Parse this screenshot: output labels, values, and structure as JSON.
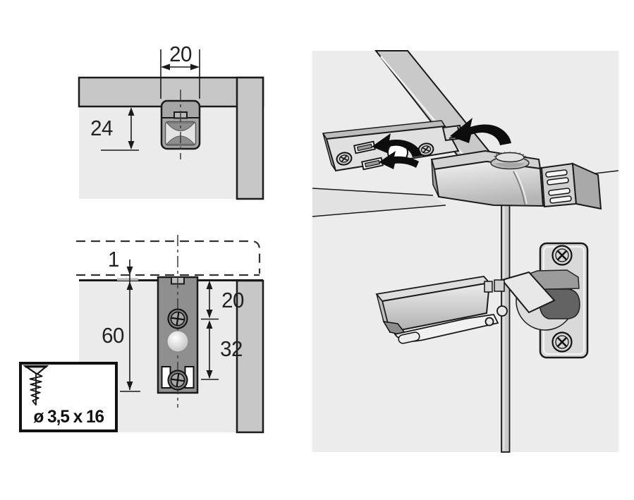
{
  "top_view": {
    "width_label": "20",
    "depth_label": "24"
  },
  "front_view": {
    "gap_label": "1",
    "height_label": "60",
    "hole_offset_label": "20",
    "hole_spacing_label": "32"
  },
  "screw_box": {
    "spec_label": "ø 3,5 x 16",
    "icon": "countersunk-screw-icon"
  },
  "assembly_view": {
    "icons": [
      "rotation-arrow-icon",
      "rotation-arrow-icon",
      "rotation-arrow-icon"
    ]
  },
  "colors": {
    "line": "#1a1a1a",
    "text": "#222222",
    "panel_edge": "#c7c7c7",
    "panel_face": "#ebebeb",
    "backdrop": "#ececec",
    "plate": "#8f8f8f",
    "metal_light": "#e6e6e6",
    "metal_mid": "#bdbdbd",
    "metal_dark": "#636363",
    "arrow": "#0d0d0d"
  }
}
